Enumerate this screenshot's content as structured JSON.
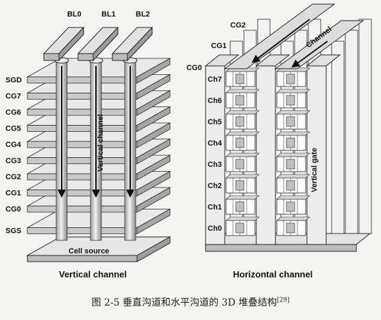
{
  "left": {
    "bitlines": [
      "BL0",
      "BL1",
      "BL2"
    ],
    "layers": [
      "SGD",
      "CG7",
      "CG6",
      "CG5",
      "CG4",
      "CG3",
      "CG2",
      "CG1",
      "CG0",
      "SGS"
    ],
    "channel_label": "Vertical channel",
    "source_label": "Cell source",
    "subtitle": "Vertical channel"
  },
  "right": {
    "gates": [
      "CG2",
      "CG1",
      "CG0"
    ],
    "channels": [
      "Ch7",
      "Ch6",
      "Ch5",
      "Ch4",
      "Ch3",
      "Ch2",
      "Ch1",
      "Ch0"
    ],
    "channel_arrow_label": "Channel",
    "gate_label": "Vertical gate",
    "subtitle": "Horizontal channel"
  },
  "caption": {
    "prefix": "图 2-5  垂直沟道和水平沟道的 3D 堆叠结构",
    "ref": "[29]"
  }
}
